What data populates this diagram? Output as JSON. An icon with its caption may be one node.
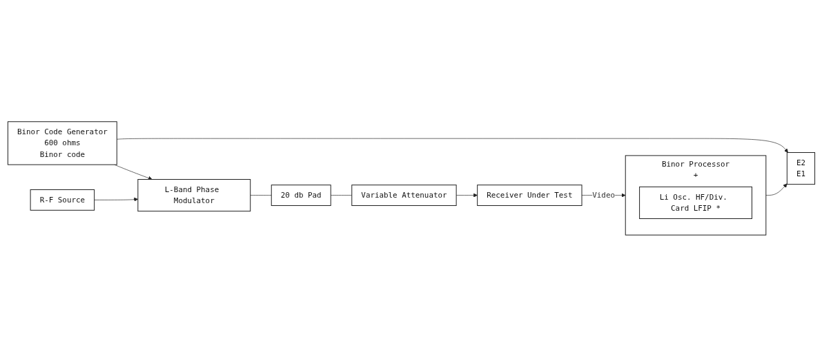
{
  "diagram": {
    "nodes": [
      {
        "text": [
          "Binor Code Generator",
          "600 ohms",
          "Binor code"
        ]
      },
      {
        "text": [
          "E2",
          "E1"
        ]
      },
      {
        "text": [
          "Binor Processor",
          "+"
        ]
      },
      {
        "text": [
          "Li Osc. HF/Div. Card LFIP *"
        ],
        "in": 2
      },
      {
        "text": [
          "R-F Source"
        ]
      },
      {
        "text": [
          "L-Band Phase Modulator"
        ]
      },
      {
        "text": [
          "20 db Pad"
        ]
      },
      {
        "text": [
          "Variable Attenuator"
        ]
      },
      {
        "text": [
          "Receiver Under Test"
        ]
      }
    ],
    "edges": [
      {
        "from": 0,
        "to": 1,
        "arrow": "to"
      },
      {
        "from": 2,
        "to": 1,
        "arrow": "to"
      },
      {
        "from": 0,
        "to": 5,
        "arrow": "to"
      },
      {
        "from": 4,
        "to": 5,
        "arrow": "to"
      },
      {
        "from": 5,
        "to": 6,
        "arrow": "none"
      },
      {
        "from": 6,
        "to": 7,
        "arrow": "none"
      },
      {
        "from": 7,
        "to": 8,
        "arrow": "to"
      },
      {
        "from": 8,
        "to": 2,
        "arrow": "to",
        "label": "Video"
      }
    ]
  }
}
